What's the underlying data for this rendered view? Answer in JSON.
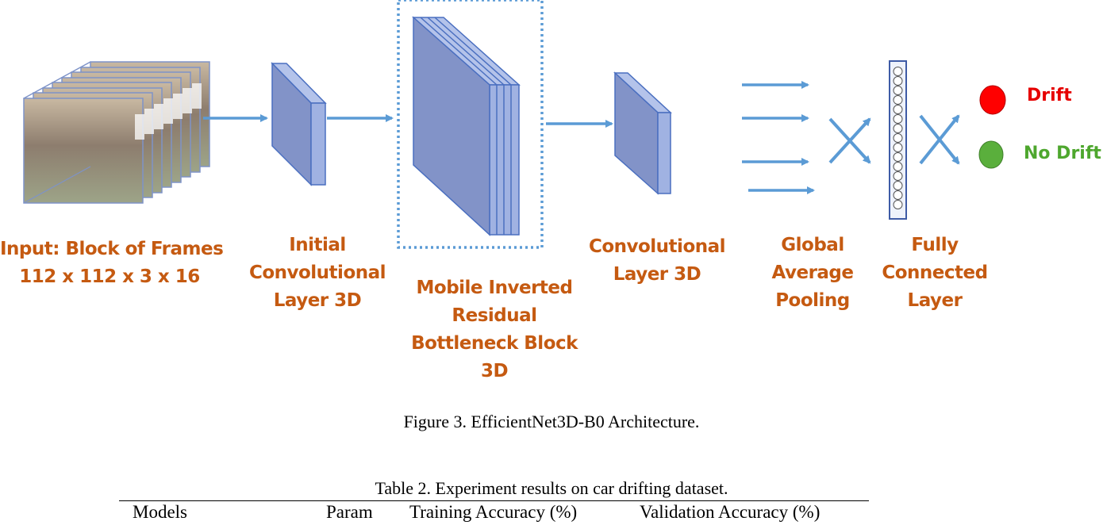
{
  "figure": {
    "labels": {
      "input_line1": "Input: Block of Frames",
      "input_line2": "112 x 112 x 3 x 16",
      "initial_conv_1": "Initial",
      "initial_conv_2": "Convolutional",
      "initial_conv_3": "Layer 3D",
      "mbconv_1": "Mobile Inverted",
      "mbconv_2": "Residual",
      "mbconv_3": "Bottleneck Block",
      "mbconv_4": "3D",
      "conv_1": "Convolutional",
      "conv_2": "Layer 3D",
      "gap_1": "Global",
      "gap_2": "Average",
      "gap_3": "Pooling",
      "fc_1": "Fully",
      "fc_2": "Connected",
      "fc_3": "Layer"
    },
    "outputs": {
      "drift": "Drift",
      "no_drift": "No Drift"
    },
    "caption": "Figure 3. EfficientNet3D-B0 Architecture.",
    "colors": {
      "label_orange": "#C55A11",
      "layer_blue": "#8FA3D6",
      "arrow_blue": "#5B9BD5",
      "drift_red": "#E60000",
      "no_drift_green": "#4EA72E"
    }
  },
  "table": {
    "caption": "Table 2. Experiment results on car drifting dataset.",
    "headers": [
      "Models",
      "Param",
      "Training Accuracy (%)",
      "Validation Accuracy (%)"
    ]
  }
}
